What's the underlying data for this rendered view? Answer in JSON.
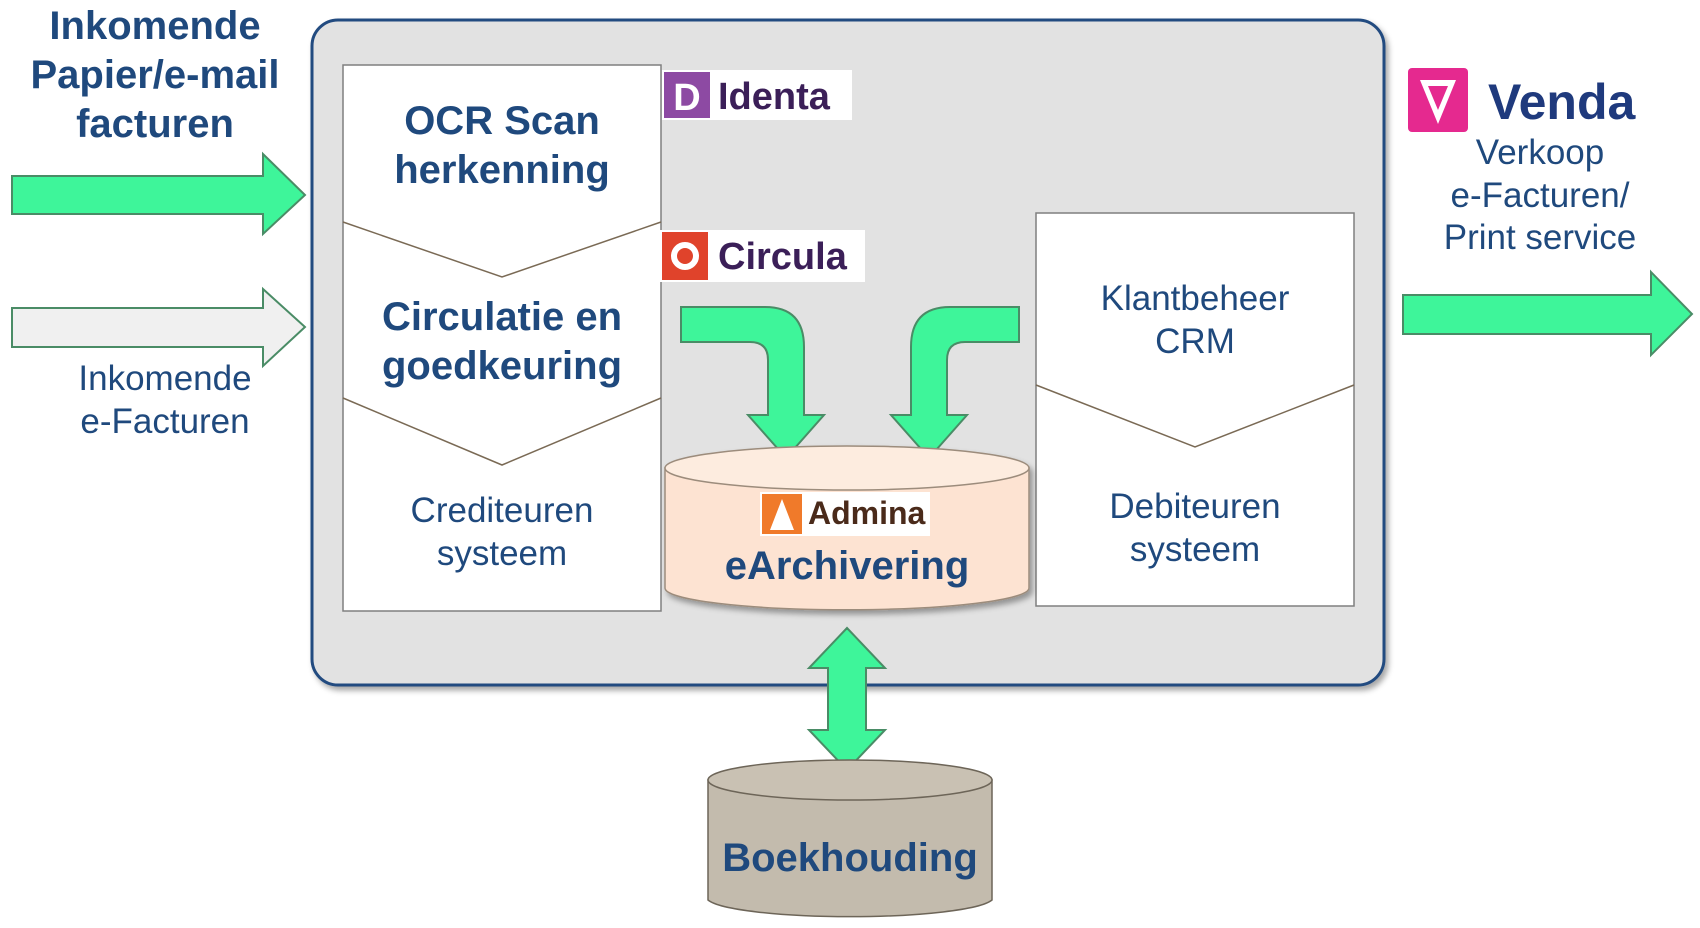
{
  "colors": {
    "arrow_fill": "#3ef59a",
    "arrow_stroke": "#4a8c66",
    "heading_blue": "#1f497d",
    "panel_fill": "#e2e2e2",
    "panel_stroke": "#244b80",
    "archive_fill": "#fde3d2",
    "ledger_fill": "#c3bbad",
    "identa": "#8d4aa3",
    "circula": "#e0432b",
    "venda": "#e5298f",
    "admina": "#f07a2a"
  },
  "incoming_paper": {
    "line1": "Inkomende",
    "line2": "Papier/e-mail",
    "line3": "facturen"
  },
  "incoming_electronic": {
    "line1": "Inkomende",
    "line2": "e-Facturen"
  },
  "creditor_column": {
    "step1": {
      "line1": "OCR Scan",
      "line2": "herkenning"
    },
    "step2": {
      "line1": "Circulatie en",
      "line2": "goedkeuring"
    },
    "step3": {
      "line1": "Crediteuren",
      "line2": "systeem"
    }
  },
  "debtor_column": {
    "step1": {
      "line1": "Klantbeheer",
      "line2": "CRM"
    },
    "step2": {
      "line1": "Debiteuren",
      "line2": "systeem"
    }
  },
  "logos": {
    "identa": {
      "letter": "D",
      "name": "Identa"
    },
    "circula": {
      "name": "Circula"
    },
    "admina": {
      "name": "Admina"
    },
    "venda": {
      "name": "Venda"
    }
  },
  "archive": {
    "label": "eArchivering"
  },
  "ledger": {
    "label": "Boekhouding"
  },
  "outgoing": {
    "line1": "Verkoop",
    "line2": "e-Facturen/",
    "line3": "Print service"
  },
  "icons": [
    "identa-logo-icon",
    "circula-logo-icon",
    "admina-logo-icon",
    "venda-logo-icon"
  ]
}
